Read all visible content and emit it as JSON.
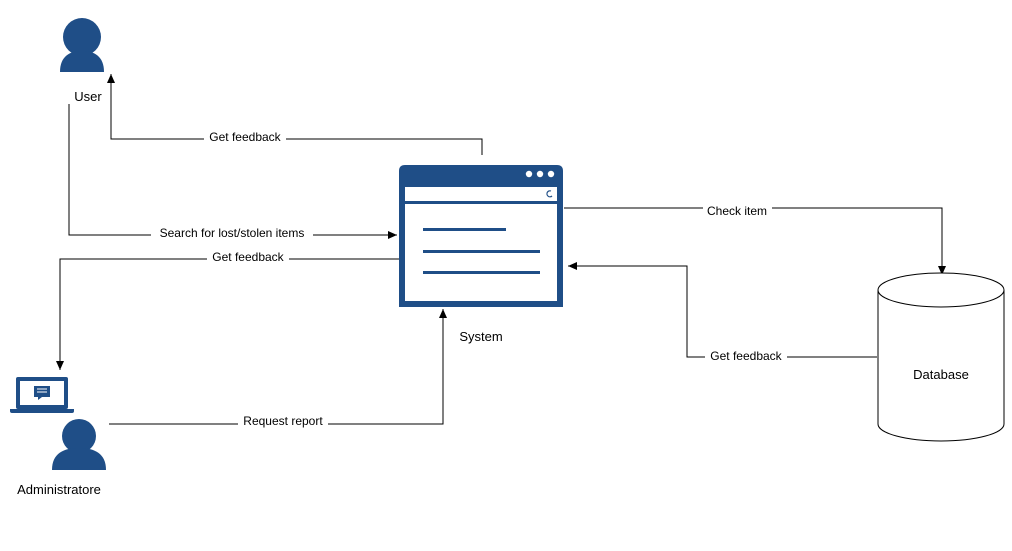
{
  "colors": {
    "icon": "#1f4e87",
    "line": "#000000",
    "background": "#ffffff"
  },
  "nodes": {
    "user": {
      "label": "User",
      "icon": "user-icon"
    },
    "administrator": {
      "label": "Administratore",
      "icon": "user-icon"
    },
    "admin_laptop": {
      "icon": "laptop-icon"
    },
    "system": {
      "label": "System",
      "icon": "browser-window-icon"
    },
    "database": {
      "label": "Database",
      "icon": "database-cylinder"
    }
  },
  "edges": {
    "system_to_user": "Get feedback",
    "user_to_system": "Search for lost/stolen items",
    "system_to_admin": "Get feedback",
    "admin_to_system": "Request report",
    "system_to_database": "Check item",
    "database_to_system": "Get feedback"
  }
}
